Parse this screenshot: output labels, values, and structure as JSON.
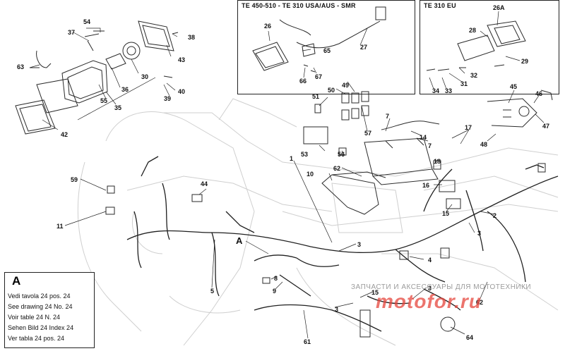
{
  "frames": {
    "te450": "TE 450-510 - TE 310 USA/AUS - SMR",
    "te310eu": "TE 310 EU"
  },
  "legend": {
    "letter": "A",
    "lines": [
      "Vedi tavola 24 pos. 24",
      "See drawing 24 No. 24",
      "Voir table 24 N. 24",
      "Sehen Bild 24 Index 24",
      "Ver tabla 24 pos. 24"
    ]
  },
  "callouts": {
    "c54": "54",
    "c37": "37",
    "c38": "38",
    "c43": "43",
    "c63": "63",
    "c30": "30",
    "c36": "36",
    "c55": "55",
    "c35": "35",
    "c40": "40",
    "c39": "39",
    "c42": "42",
    "c26": "26",
    "c27": "27",
    "c65": "65",
    "c66": "66",
    "c67": "67",
    "c26A": "26A",
    "c28": "28",
    "c29": "29",
    "c32": "32",
    "c31": "31",
    "c33": "33",
    "c34": "34",
    "c51": "51",
    "c50": "50",
    "c49": "49",
    "c53": "53",
    "c56": "56",
    "c57": "57",
    "c7a": "7",
    "c7b": "7",
    "c14": "14",
    "c17": "17",
    "c18": "18",
    "c45": "45",
    "c46": "46",
    "c47": "47",
    "c48": "48",
    "c1": "1",
    "c10": "10",
    "c62a": "62",
    "c59": "59",
    "c44": "44",
    "c11": "11",
    "c16": "16",
    "c15a": "15",
    "c2": "2",
    "c3a": "3",
    "c3b": "3",
    "c3c": "3",
    "c3d": "3",
    "c4": "4",
    "c5": "5",
    "c8": "8",
    "c9": "9",
    "c15b": "15",
    "c62b": "62",
    "c61": "61",
    "c64": "64",
    "cA": "A"
  },
  "watermark": {
    "line1": "ЗАПЧАСТИ И АКСЕССУАРЫ ДЛЯ МОТОТЕХНИКИ",
    "brand": "motofor.ru",
    "brand_color": "#e6463c"
  }
}
